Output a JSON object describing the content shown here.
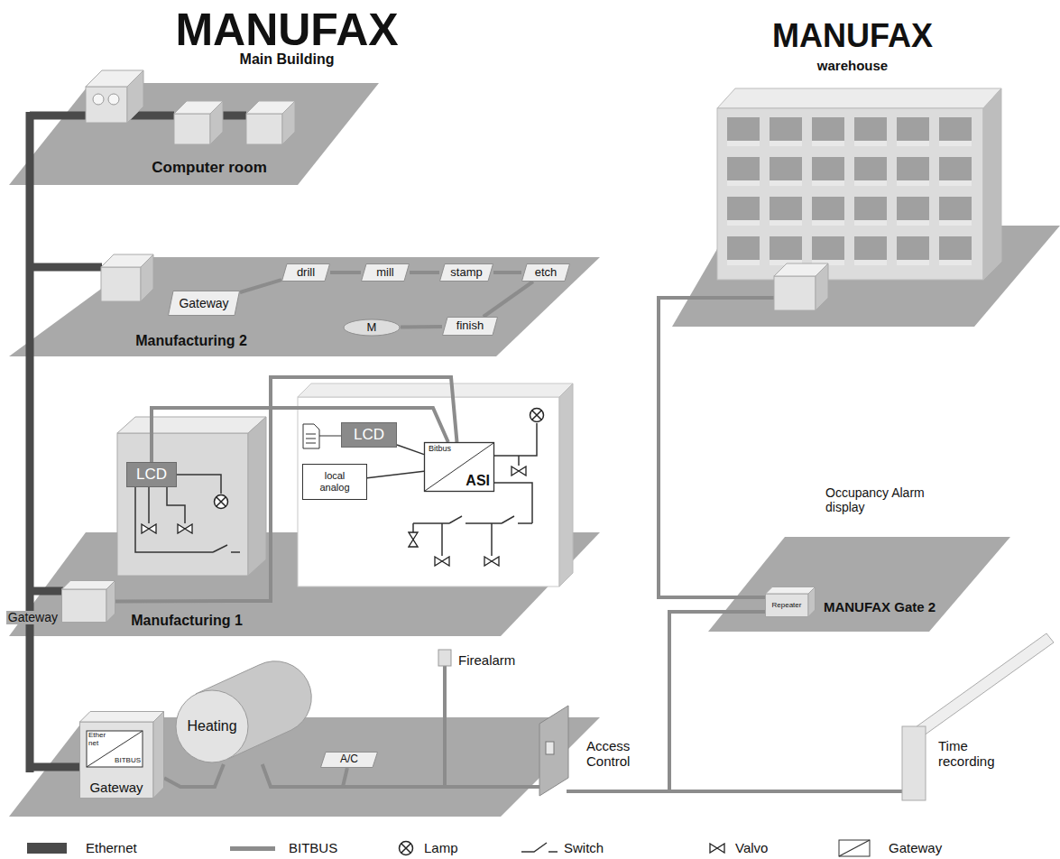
{
  "diagram": {
    "nodes": [
      {
        "text": [
          "Gateway"
        ]
      },
      {
        "text": [
          "drill"
        ]
      },
      {
        "text": [
          "mill"
        ]
      },
      {
        "text": [
          "stamp"
        ]
      },
      {
        "text": [
          "etch"
        ]
      },
      {
        "text": [
          "finish"
        ]
      },
      {
        "text": [
          "M"
        ]
      },
      {
        "text": [
          "LCD"
        ]
      },
      {
        "text": [
          "LCD"
        ]
      },
      {
        "text": [
          "local analog"
        ]
      },
      {
        "text": [
          "Bitbus",
          "ASI"
        ]
      },
      {
        "text": [
          "Gateway"
        ]
      },
      {
        "text": [
          "Ether net",
          "BITBUS",
          "Gateway"
        ]
      },
      {
        "text": [
          "Heating"
        ]
      },
      {
        "text": [
          "A/C"
        ]
      },
      {
        "text": [
          "Repeater"
        ]
      }
    ],
    "edges": [
      {
        "from": 0,
        "to": 1,
        "arrow": "none"
      },
      {
        "from": 1,
        "to": 2,
        "arrow": "none"
      },
      {
        "from": 2,
        "to": 3,
        "arrow": "none"
      },
      {
        "from": 3,
        "to": 4,
        "arrow": "none"
      },
      {
        "from": 4,
        "to": 5,
        "arrow": "none"
      },
      {
        "from": 5,
        "to": 6,
        "arrow": "none"
      },
      {
        "from": 8,
        "to": 10,
        "arrow": "none"
      },
      {
        "from": 9,
        "to": 10,
        "arrow": "none"
      },
      {
        "from": 11,
        "to": 10,
        "arrow": "none"
      },
      {
        "from": 7,
        "to": 10,
        "arrow": "none"
      },
      {
        "from": 12,
        "to": 13,
        "arrow": "none"
      },
      {
        "from": 13,
        "to": 14,
        "arrow": "none"
      }
    ],
    "labels": [
      "MANUFAX",
      "Main Building",
      "MANUFAX",
      "warehouse",
      "Computer room",
      "Manufacturing 2",
      "Manufacturing 1",
      "Firealarm",
      "Access Control",
      "Occupancy Alarm display",
      "MANUFAX Gate 2",
      "Time recording"
    ],
    "legend": [
      {
        "text": "Ethernet",
        "color": "#4a4a4a"
      },
      {
        "text": "BITBUS",
        "color": "#8c8c8c"
      },
      {
        "text": "Lamp"
      },
      {
        "text": "Switch"
      },
      {
        "text": "Valvo"
      },
      {
        "text": "Gateway"
      }
    ]
  }
}
